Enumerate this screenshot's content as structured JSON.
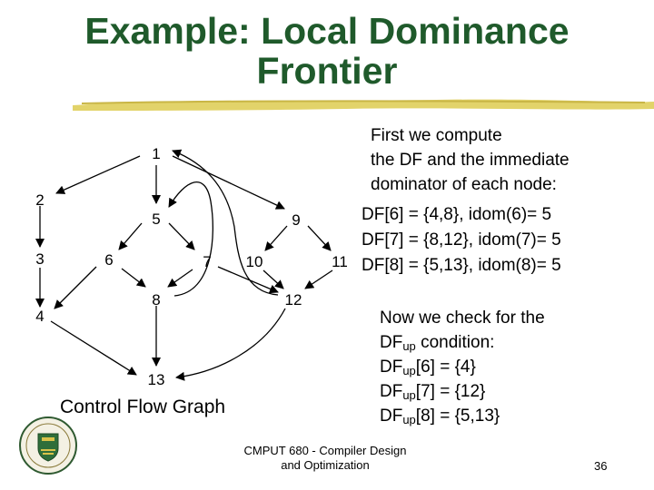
{
  "slide": {
    "title_line1": "Example: Local Dominance",
    "title_line2": "Frontier",
    "caption": "Control Flow Graph",
    "footer_line1": "CMPUT 680 - Compiler Design",
    "footer_line2": "and Optimization",
    "page_number": "36"
  },
  "graph": {
    "nodes": [
      "1",
      "2",
      "3",
      "4",
      "5",
      "6",
      "7",
      "8",
      "9",
      "10",
      "11",
      "12",
      "13"
    ]
  },
  "text_right": {
    "p1": [
      "First we compute",
      "the DF  and the immediate",
      "dominator of each node:"
    ],
    "p1_df": [
      "DF[6] = {4,8}, idom(6)= 5",
      "DF[7] = {8,12}, idom(7)= 5",
      "DF[8] = {5,13}, idom(8)= 5"
    ],
    "p2_line1": "Now we check for the",
    "p2_line2": {
      "pre": "DF",
      "sub": "up",
      "post": " condition:"
    },
    "dfup": [
      {
        "pre": "DF",
        "sub": "up",
        "post": "[6] = {4}"
      },
      {
        "pre": "DF",
        "sub": "up",
        "post": "[7] = {12}"
      },
      {
        "pre": "DF",
        "sub": "up",
        "post": "[8] = {5,13}"
      }
    ]
  },
  "colors": {
    "title": "#1f5a2b",
    "accent_brush": "#e2d36a",
    "edges": "#000000"
  }
}
